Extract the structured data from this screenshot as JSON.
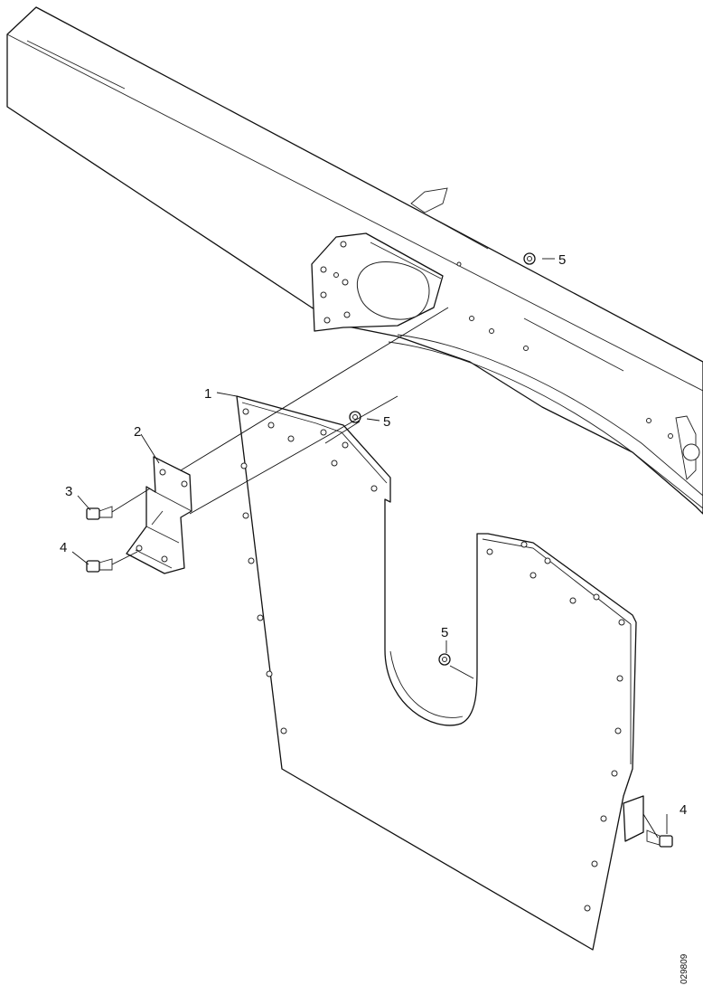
{
  "diagram": {
    "callouts": [
      {
        "id": "c1",
        "label": "1"
      },
      {
        "id": "c2",
        "label": "2"
      },
      {
        "id": "c3",
        "label": "3"
      },
      {
        "id": "c4a",
        "label": "4"
      },
      {
        "id": "c4b",
        "label": "4"
      },
      {
        "id": "c5a",
        "label": "5"
      },
      {
        "id": "c5b",
        "label": "5"
      },
      {
        "id": "c5c",
        "label": "5"
      }
    ],
    "reference_code": "029809"
  }
}
